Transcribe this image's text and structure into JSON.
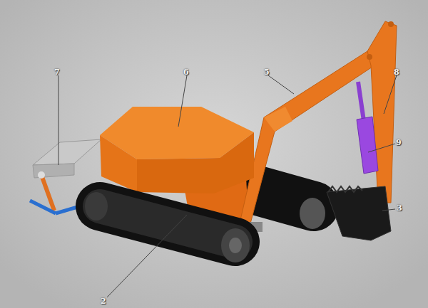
{
  "diagram": {
    "labels": [
      "7",
      "6",
      "5",
      "8",
      "9",
      "3",
      "2"
    ]
  }
}
